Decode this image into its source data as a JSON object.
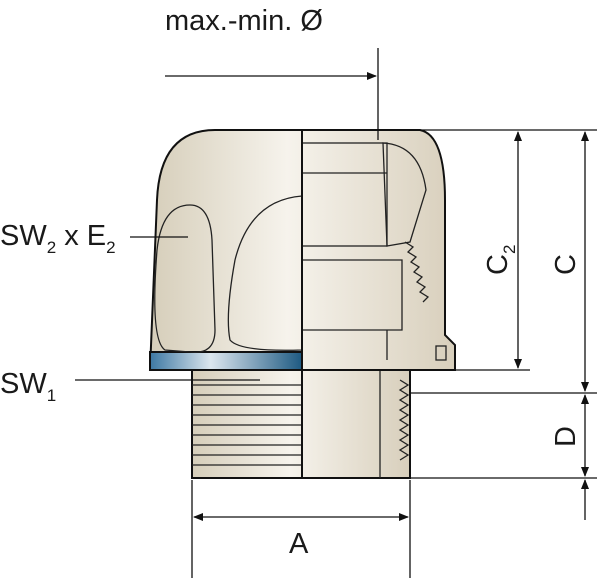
{
  "title": "Cable gland dimension drawing",
  "labels": {
    "diameter": "max.-min. Ø",
    "sw2_main": "SW",
    "sw2_sub": "2",
    "sw2_x": " x E",
    "e2_sub": "2",
    "sw1_main": "SW",
    "sw1_sub": "1",
    "a": "A",
    "c2_main": "C",
    "c2_sub": "2",
    "c": "C",
    "d": "D"
  },
  "colors": {
    "beige": "#e8e2d4",
    "blue": "#1e5a82",
    "outline": "#111111"
  }
}
